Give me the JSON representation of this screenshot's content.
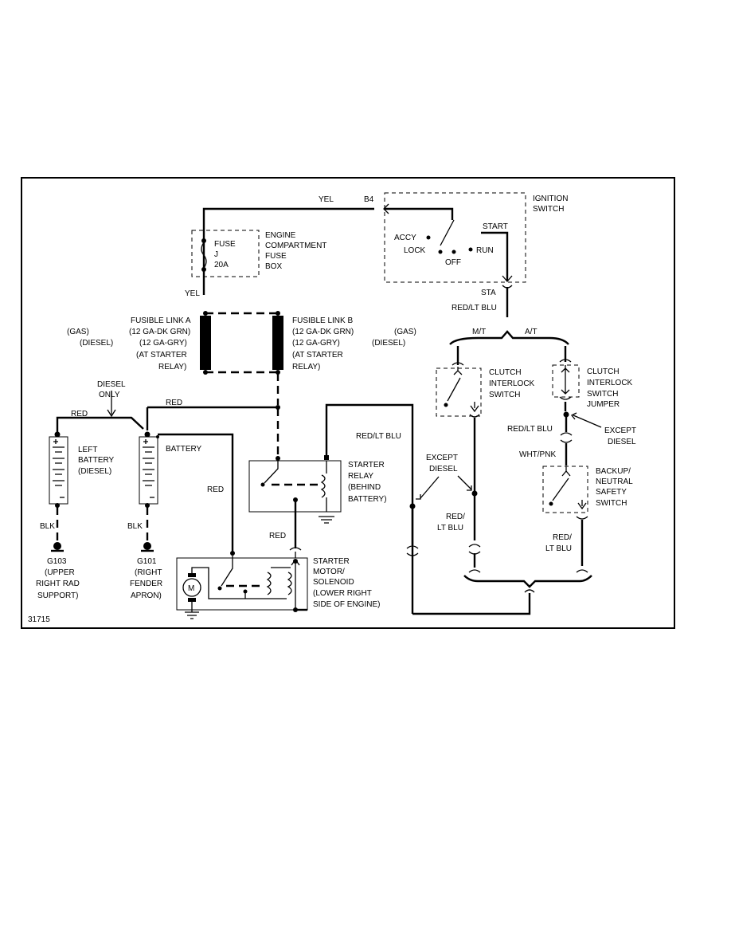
{
  "figure_id": "31715",
  "ignition": {
    "wire_yel": "YEL",
    "pin_b4": "B4",
    "title_l1": "IGNITION",
    "title_l2": "SWITCH",
    "accy": "ACCY",
    "lock": "LOCK",
    "off": "OFF",
    "run": "RUN",
    "start": "START",
    "sta": "STA",
    "wire_out": "RED/LT BLU"
  },
  "fuse": {
    "label_l1": "FUSE",
    "label_l2": "J",
    "label_l3": "20A",
    "box_l1": "ENGINE",
    "box_l2": "COMPARTMENT",
    "box_l3": "FUSE",
    "box_l4": "BOX",
    "wire_below": "YEL"
  },
  "fusible_a": {
    "l1": "FUSIBLE LINK A",
    "l2": "(12 GA-DK GRN)",
    "l3": "(12 GA-GRY)",
    "l4": "(AT STARTER",
    "l5": "RELAY)",
    "gas": "(GAS)",
    "diesel": "(DIESEL)"
  },
  "fusible_b": {
    "l1": "FUSIBLE LINK B",
    "l2": "(12 GA-DK GRN)",
    "l3": "(12 GA-GRY)",
    "l4": "(AT STARTER",
    "l5": "RELAY)",
    "gas": "(GAS)",
    "diesel": "(DIESEL)"
  },
  "batteries": {
    "diesel_only_l1": "DIESEL",
    "diesel_only_l2": "ONLY",
    "red_left": "RED",
    "red_top": "RED",
    "left_l1": "LEFT",
    "left_l2": "BATTERY",
    "left_l3": "(DIESEL)",
    "main": "BATTERY",
    "blk_left": "BLK",
    "blk_right": "BLK",
    "g103_l1": "G103",
    "g103_l2": "(UPPER",
    "g103_l3": "RIGHT RAD",
    "g103_l4": "SUPPORT)",
    "g101_l1": "G101",
    "g101_l2": "(RIGHT",
    "g101_l3": "FENDER",
    "g101_l4": "APRON)",
    "red_to_starter": "RED"
  },
  "relay": {
    "l1": "STARTER",
    "l2": "RELAY",
    "l3": "(BEHIND",
    "l4": "BATTERY)",
    "red_below": "RED"
  },
  "motor": {
    "symbol": "M",
    "l1": "STARTER",
    "l2": "MOTOR/",
    "l3": "SOLENOID",
    "l4": "(LOWER RIGHT",
    "l5": "SIDE OF ENGINE)"
  },
  "right": {
    "mt": "M/T",
    "at": "A/T",
    "red_lt_blu_left": "RED/LT BLU",
    "clutch_l1": "CLUTCH",
    "clutch_l2": "INTERLOCK",
    "clutch_l3": "SWITCH",
    "jumper_l1": "CLUTCH",
    "jumper_l2": "INTERLOCK",
    "jumper_l3": "SWITCH",
    "jumper_l4": "JUMPER",
    "except_diesel_l1": "EXCEPT",
    "except_diesel_l2": "DIESEL",
    "except_diesel_r1": "EXCEPT",
    "except_diesel_r2": "DIESEL",
    "red_lt_blu_at": "RED/LT BLU",
    "wht_pnk": "WHT/PNK",
    "backup_l1": "BACKUP/",
    "backup_l2": "NEUTRAL",
    "backup_l3": "SAFETY",
    "backup_l4": "SWITCH",
    "red_l1": "RED/",
    "red_l2": "LT BLU",
    "red_r1": "RED/",
    "red_r2": "LT BLU"
  }
}
